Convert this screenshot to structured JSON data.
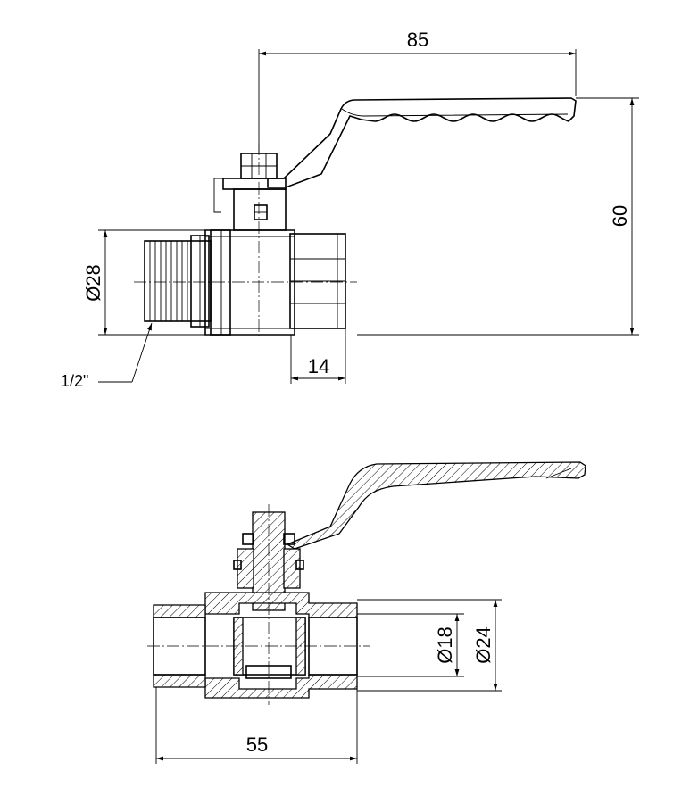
{
  "dimensions": {
    "overall_length_top": "85",
    "height": "60",
    "body_diameter": "Ø28",
    "thread_size": "1/2\"",
    "female_socket_length": "14",
    "bore_diameter": "Ø18",
    "socket_diameter": "Ø24",
    "body_length": "55"
  },
  "colors": {
    "line": "#000000",
    "background": "#ffffff"
  }
}
